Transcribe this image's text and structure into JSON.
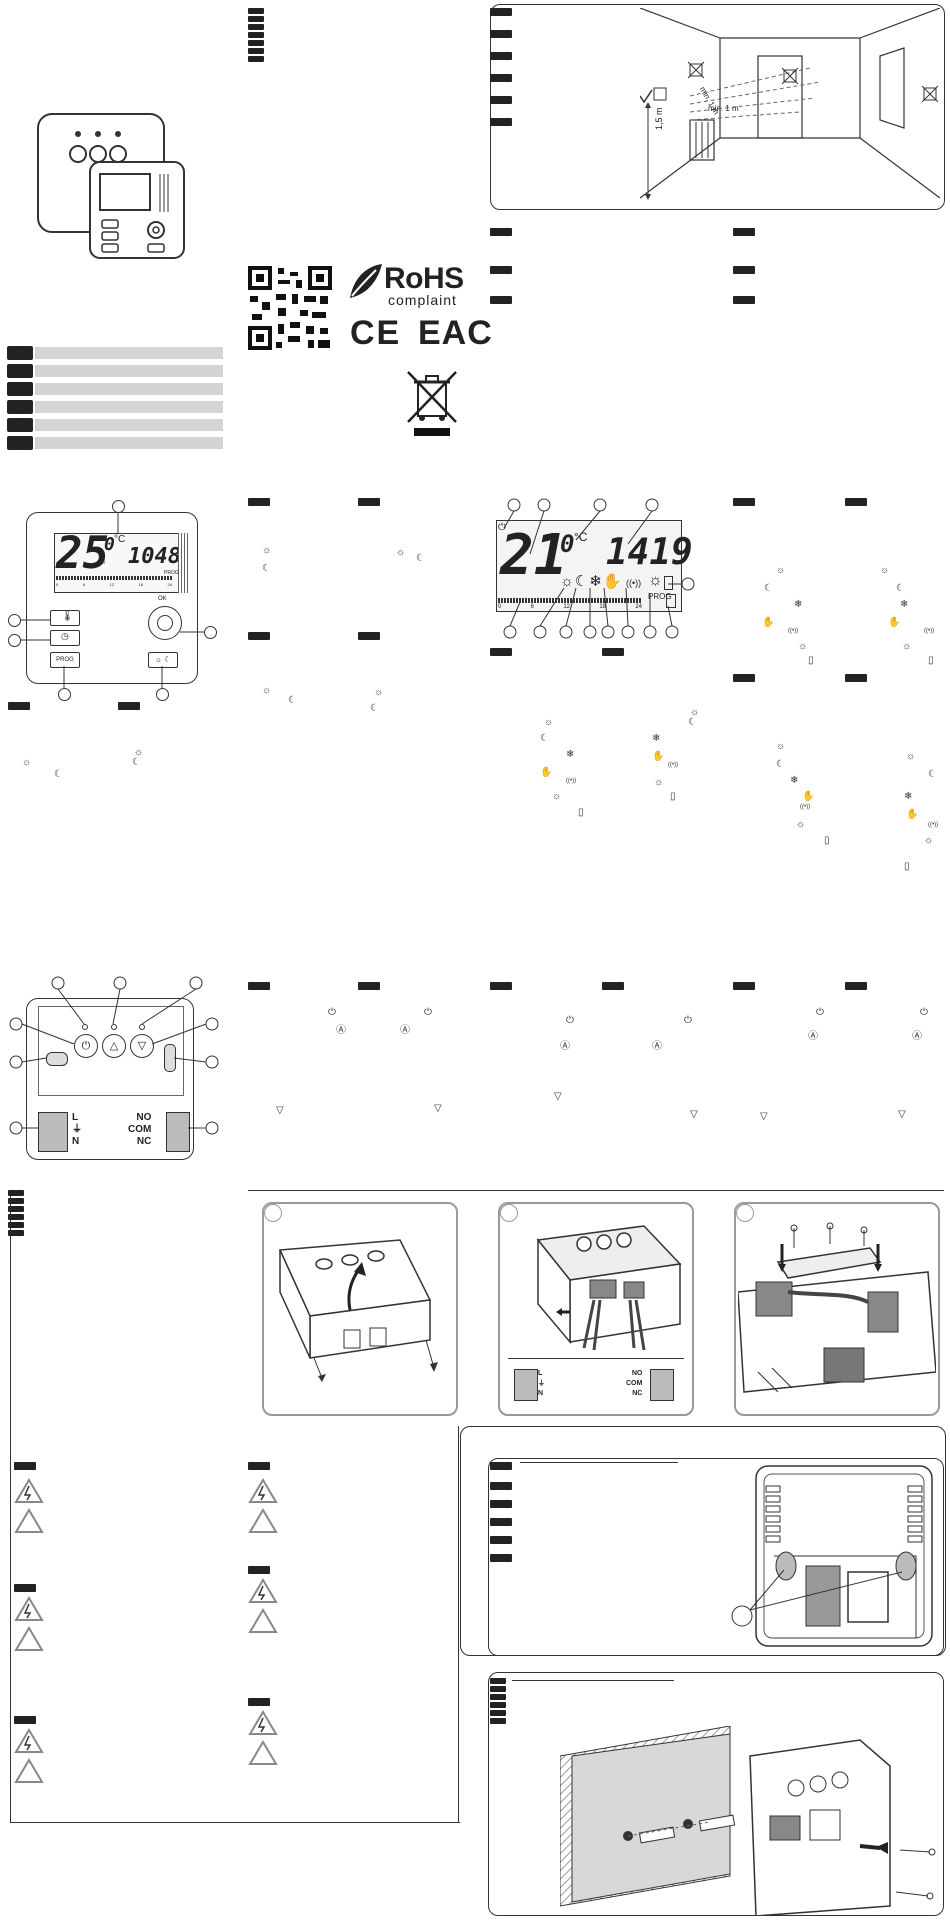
{
  "labels": {
    "rohs_title": "RoHS",
    "rohs_sub": "complaint",
    "ce": "CE",
    "eac": "EAC",
    "min_1m_a": "min. 1 m",
    "min_1m_b": "min. 1 m",
    "height_1_5m": "1,5 m",
    "lcd_temp": "25",
    "lcd_temp_dec": "0",
    "lcd_unit": "°C",
    "lcd_clock": "1048",
    "lcd_prog": "PROG",
    "prog_button": "PROG",
    "ok_label": "OK",
    "big_lcd_temp": "21",
    "big_lcd_dec": "0",
    "big_lcd_unit": "°C",
    "big_lcd_clock": "1419",
    "big_lcd_prog": "PROG",
    "scale_ticks": [
      "0",
      "6",
      "12",
      "18",
      "24"
    ],
    "small_scale_ticks": [
      "0",
      "6",
      "12",
      "18",
      "24"
    ],
    "relay_L": "L",
    "relay_earth": "⏚",
    "relay_N": "N",
    "relay_NO": "NO",
    "relay_COM": "COM",
    "relay_NC": "NC",
    "wiring_L": "L",
    "wiring_earth": "⏚",
    "wiring_N": "N",
    "wiring_NO": "NO",
    "wiring_COM": "COM",
    "wiring_NC": "NC"
  },
  "colors": {
    "ink": "#222222",
    "lang_bar": "#d4d4d4",
    "photo_frame": "#999999",
    "lcd_bg": "#f4f4f4",
    "bin_red": "#111111"
  },
  "icons": [
    "sun-icon",
    "moon-icon",
    "snowflake-icon",
    "hand-icon",
    "signal-icon",
    "battery-icon",
    "thermometer-icon",
    "clock-icon",
    "lightning-warning-icon",
    "caution-triangle-icon",
    "power-icon",
    "up-arrow-icon",
    "down-arrow-icon",
    "qr-code-icon",
    "rohs-leaf-icon",
    "ce-mark-icon",
    "eac-mark-icon",
    "crossed-bin-icon"
  ]
}
